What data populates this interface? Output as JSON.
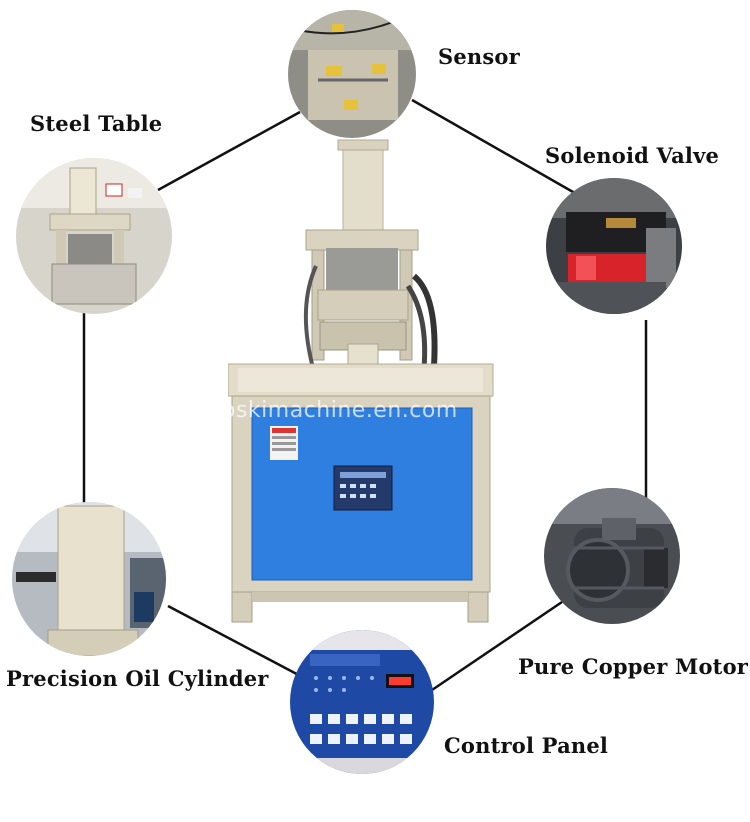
{
  "labels": {
    "sensor": "Sensor",
    "steel_table": "Steel Table",
    "solenoid_valve": "Solenoid Valve",
    "precision_oil_cylinder": "Precision Oil Cylinder",
    "pure_copper_motor": "Pure Copper Motor",
    "control_panel": "Control Panel"
  },
  "watermark": "oskimachine.en.com",
  "colors": {
    "machine_beige": "#dcd6c4",
    "cabinet_blue": "#2f7fe0",
    "connector_line": "#111111"
  }
}
